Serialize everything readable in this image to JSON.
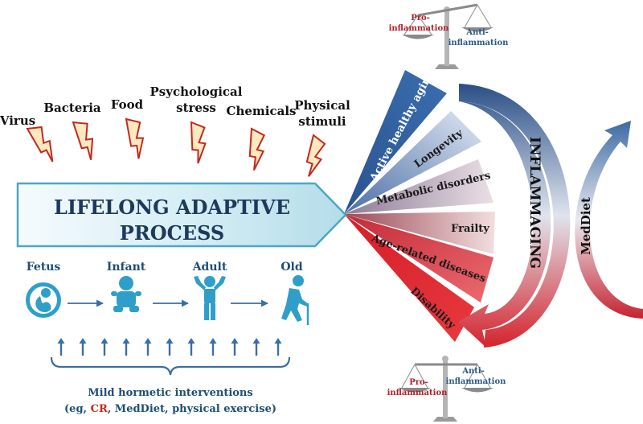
{
  "stressors": [
    "Virus",
    "Bacteria",
    "Food",
    "Psychological",
    "stress",
    "Chemicals",
    "Physical",
    "stimuli"
  ],
  "main_process": {
    "line1": "LIFELONG ADAPTIVE",
    "line2": "PROCESS"
  },
  "life_stages": [
    "Fetus",
    "Infant",
    "Adult",
    "Old"
  ],
  "interventions": {
    "line1": "Mild hormetic interventions",
    "line2_prefix": "(eg, ",
    "line2_bold": "CR",
    "line2_suffix": ", MedDiet, physical exercise)"
  },
  "outcomes": [
    "Active healthy aging",
    "Longevity",
    "Metabolic disorders",
    "Frailty",
    "Age-related diseases",
    "Disability"
  ],
  "inflammaging_label": "INFLAMMAGING",
  "meddiet_label": "MedDiet",
  "scale_top": {
    "left_line1": "Pro-",
    "left_line2": "inflammation",
    "right_line1": "Anti-",
    "right_line2": "inflammation"
  },
  "scale_bottom": {
    "left_line1": "Pro-",
    "left_line2": "inflammation",
    "right_line1": "Anti-",
    "right_line2": "inflammation"
  },
  "colors": {
    "healthy": "#2e5a94",
    "disease": "#e0252b",
    "process_fill": "#cfeaf3",
    "process_border": "#4aa8c4",
    "arrow_icon": "#2f9fc9",
    "lightning_fill": "#fde9c0",
    "lightning_stroke": "#c4281f"
  }
}
